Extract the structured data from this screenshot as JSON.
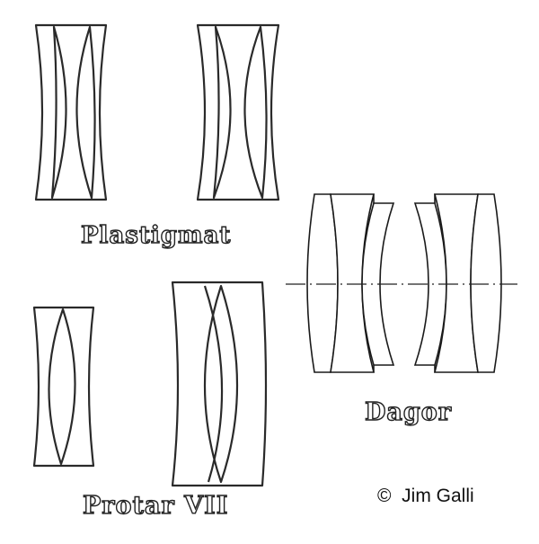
{
  "labels": {
    "plastigmat": "Plastigmat",
    "protar": "Protar VII",
    "dagor": "Dagor",
    "credit": "Jim Galli"
  },
  "icons": {
    "copyright": "©"
  },
  "colors": {
    "ink": "#2a2a2a",
    "paper": "#ffffff",
    "hatch": "#6a6a6a"
  }
}
